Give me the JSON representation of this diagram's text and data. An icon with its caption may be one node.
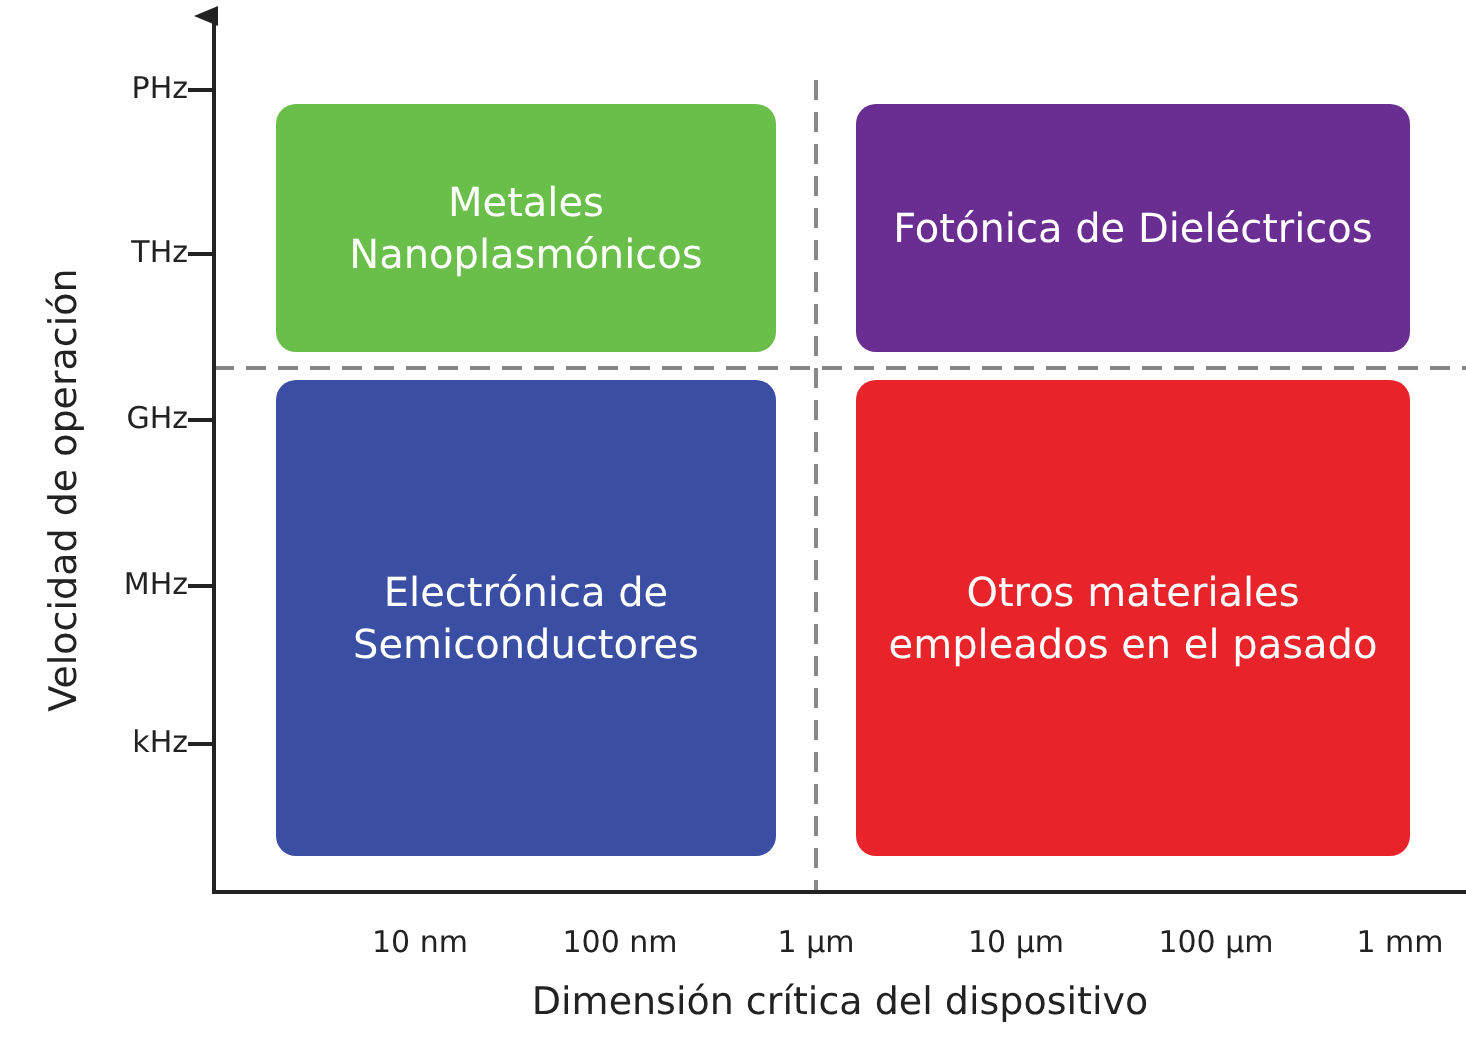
{
  "diagram": {
    "nodes": [
      {
        "text": [
          "Metales Nanoplasmónicos"
        ]
      },
      {
        "text": [
          "Fotónica de Dieléctricos"
        ]
      },
      {
        "text": [
          "Electrónica de Semiconductores"
        ]
      },
      {
        "text": [
          "Otros materiales empleados en el pasado"
        ]
      }
    ],
    "labels": [
      "PHz",
      "THz",
      "GHz",
      "MHz",
      "kHz",
      "10 nm",
      "100 nm",
      "1 µm",
      "10 µm",
      "100 µm",
      "1 mm",
      "Velocidad de operación",
      "Dimensión crítica del dispositivo"
    ]
  }
}
